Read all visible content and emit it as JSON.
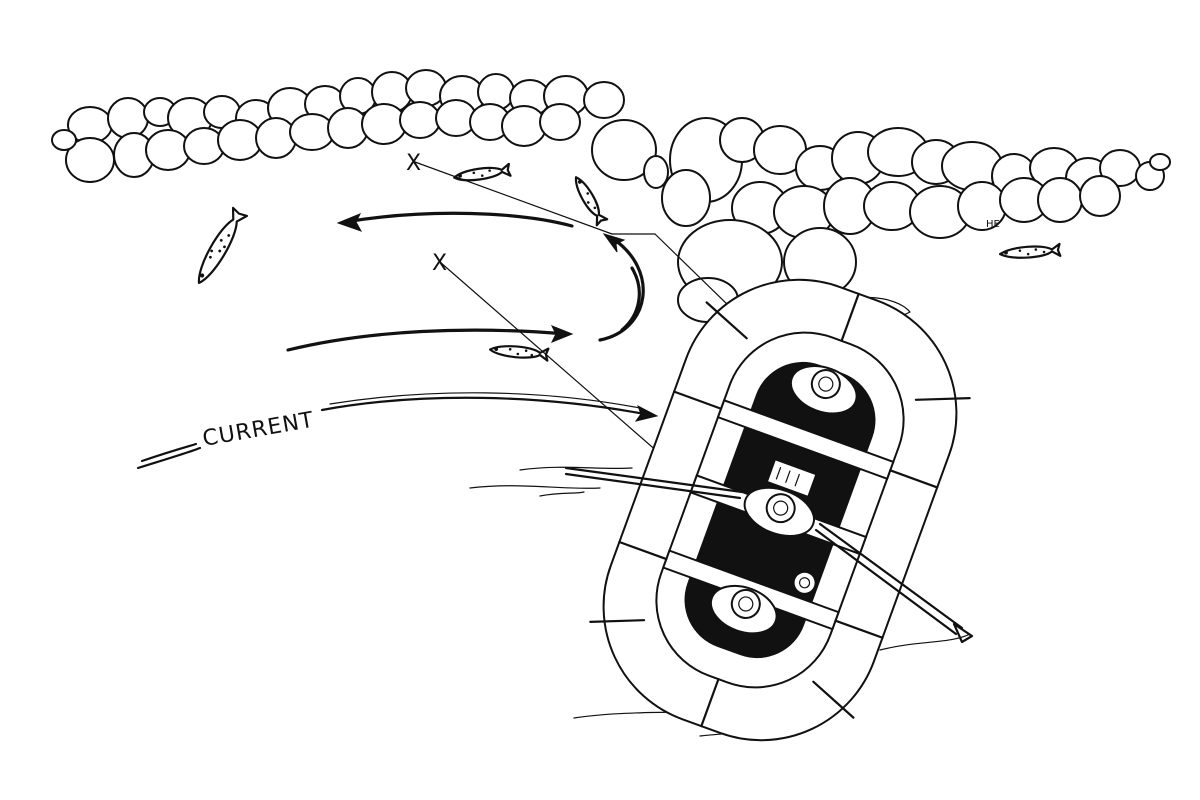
{
  "diagram": {
    "current_label": "CURRENT",
    "target_marker_1": "X",
    "target_marker_2": "X",
    "artist_initials": "HE"
  },
  "colors": {
    "ink": "#111111",
    "paper": "#ffffff"
  }
}
